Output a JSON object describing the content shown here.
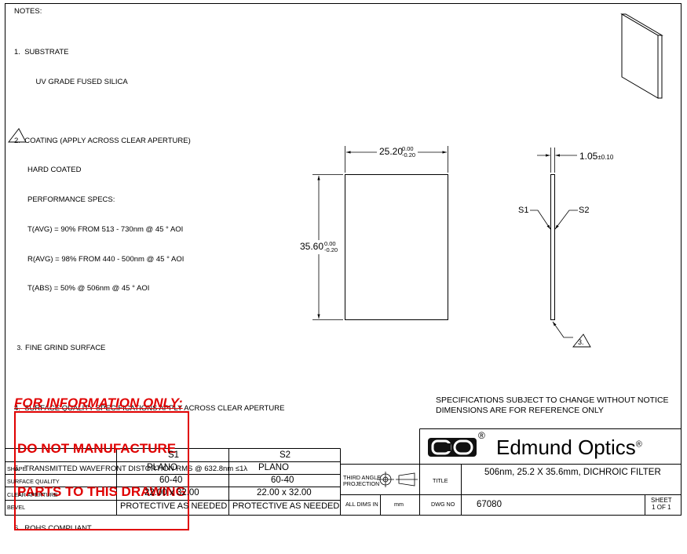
{
  "notes": {
    "heading": "NOTES:",
    "items": [
      {
        "num": "1.",
        "lines": [
          "SUBSTRATE",
          "    UV GRADE FUSED SILICA"
        ]
      },
      {
        "num": "2.",
        "lines": [
          "COATING (APPLY ACROSS CLEAR APERTURE)",
          "HARD COATED",
          "PERFORMANCE SPECS:",
          "T(AVG) = 90% FROM 513 - 730nm @ 45 ° AOI",
          "R(AVG) = 98% FROM 440 - 500nm @ 45 ° AOI",
          "T(ABS) = 50% @ 506nm @ 45 ° AOI"
        ]
      },
      {
        "num": "3.",
        "lines": [
          "FINE GRIND SURFACE"
        ]
      },
      {
        "num": "4.",
        "lines": [
          "SURFACE QUALITY SPECIFICATIONS APPLY ACROSS CLEAR APERTURE"
        ]
      },
      {
        "num": "5.",
        "lines": [
          "TRANSMITTED WAVEFRONT DISTORTION RMS @ 632.8nm ≤1λ"
        ]
      },
      {
        "num": "6.",
        "lines": [
          "ROHS COMPLIANT"
        ]
      }
    ]
  },
  "warning": {
    "line1": "FOR INFORMATION ONLY:",
    "line2": "DO NOT MANUFACTURE",
    "line3": "PARTS TO THIS DRAWING"
  },
  "spec_notice": {
    "line1": "SPECIFICATIONS SUBJECT TO CHANGE WITHOUT NOTICE",
    "line2": "DIMENSIONS ARE FOR REFERENCE ONLY"
  },
  "dimensions": {
    "width": {
      "value": "25.20",
      "tol_upper": "0.00",
      "tol_lower": "-0.20"
    },
    "height": {
      "value": "35.60",
      "tol_upper": "0.00",
      "tol_lower": "-0.20"
    },
    "thickness": {
      "value": "1.05",
      "tol": "±0.10"
    },
    "s1_label": "S1",
    "s2_label": "S2",
    "callout": "3."
  },
  "table": {
    "col_s1": "S1",
    "col_s2": "S2",
    "rows": [
      {
        "label": "SHAPE",
        "s1": "PLANO",
        "s2": "PLANO"
      },
      {
        "label": "SURFACE QUALITY",
        "s1": "60-40",
        "s2": "60-40"
      },
      {
        "label": "CLEAR APERTURE",
        "s1": "22.00 x 32.00",
        "s2": "22.00 x 32.00"
      },
      {
        "label": "BEVEL",
        "s1": "PROTECTIVE AS NEEDED",
        "s2": "PROTECTIVE AS NEEDED"
      }
    ]
  },
  "title_block": {
    "brand": "Edmund Optics",
    "reg_mark": "®",
    "projection_label_1": "THIRD ANGLE",
    "projection_label_2": "PROJECTION",
    "title_label": "TITLE",
    "title": "506nm, 25.2 X 35.6mm, DICHROIC FILTER",
    "all_dims_label": "ALL DIMS IN",
    "units": "mm",
    "dwg_no_label": "DWG NO",
    "dwg_no": "67080",
    "sheet_label": "SHEET",
    "sheet_value": "1 OF 1"
  },
  "colors": {
    "warning": "#e00000",
    "line": "#000000"
  }
}
